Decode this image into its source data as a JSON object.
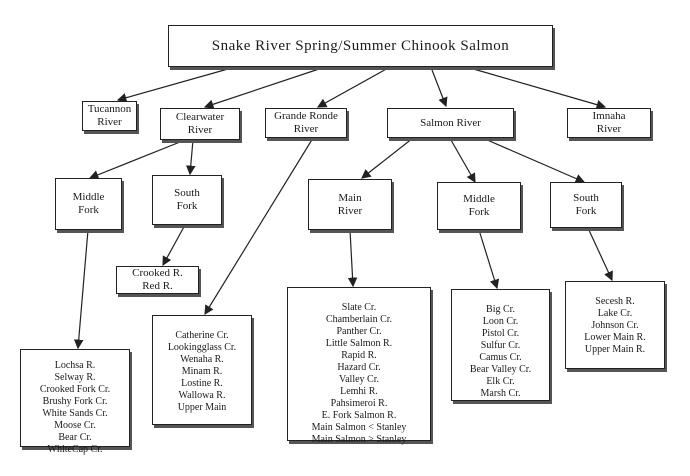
{
  "title": "Snake River Spring/Summer Chinook Salmon",
  "rivers": {
    "tucannon": [
      "Tucannon",
      "River"
    ],
    "clearwater": [
      "Clearwater",
      "River"
    ],
    "grande_ronde": [
      "Grande Ronde",
      "River"
    ],
    "salmon": [
      "Salmon River"
    ],
    "imnaha": [
      "Imnaha",
      "River"
    ]
  },
  "clearwater_forks": {
    "middle": [
      "Middle",
      "Fork"
    ],
    "south": [
      "South",
      "Fork"
    ]
  },
  "salmon_branches": {
    "main": [
      "Main",
      "River"
    ],
    "middle": [
      "Middle",
      "Fork"
    ],
    "south": [
      "South",
      "Fork"
    ]
  },
  "populations": {
    "clearwater_south_fork": [
      "Crooked R.",
      "Red R."
    ],
    "clearwater_middle_fork": [
      "Lochsa R.",
      "Selway R.",
      "Crooked Fork Cr.",
      "Brushy Fork Cr.",
      "White Sands Cr.",
      "Moose Cr.",
      "Bear Cr.",
      "WhiteCap Cr."
    ],
    "grande_ronde": [
      "Catherine Cr.",
      "Lookingglass Cr.",
      "Wenaha R.",
      "Minam R.",
      "Lostine R.",
      "Wallowa R.",
      "Upper Main"
    ],
    "salmon_main": [
      "Slate Cr.",
      "Chamberlain Cr.",
      "Panther Cr.",
      "Little Salmon R.",
      "Rapid R.",
      "Hazard Cr.",
      "Valley Cr.",
      "Lemhi R.",
      "Pahsimeroi R.",
      "E. Fork Salmon R.",
      "Main Salmon < Stanley",
      "Main Salmon > Stanley"
    ],
    "salmon_middle_fork": [
      "Big Cr.",
      "Loon Cr.",
      "Pistol Cr.",
      "Sulfur Cr.",
      "Camus Cr.",
      "Bear Valley Cr.",
      "Elk Cr.",
      "Marsh Cr."
    ],
    "salmon_south_fork": [
      "Secesh R.",
      "Lake Cr.",
      "Johnson Cr.",
      "Lower Main R.",
      "Upper Main R."
    ]
  }
}
